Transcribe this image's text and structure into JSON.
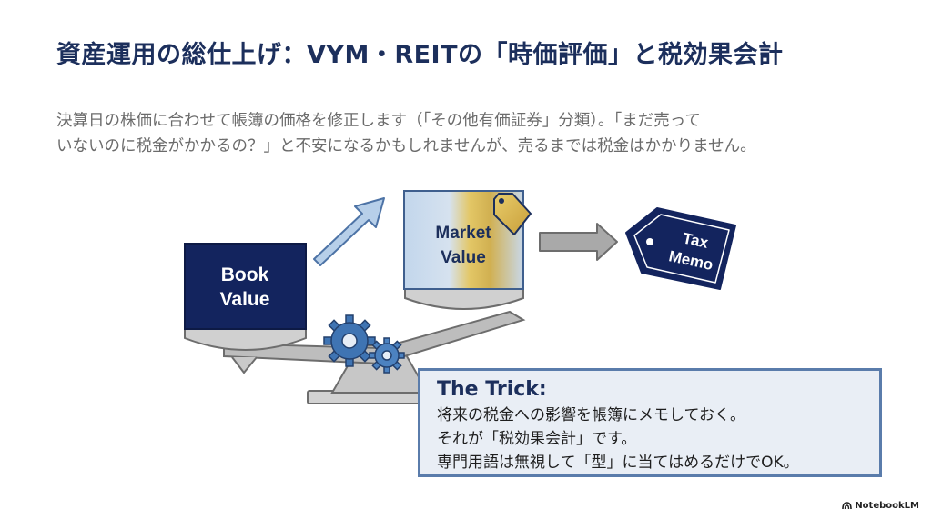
{
  "title": "資産運用の総仕上げ：VYM・REITの「時価評価」と税効果会計",
  "subtitle": {
    "line1": "決算日の株価に合わせて帳簿の価格を修正します（「その他有価証券」分類）。「まだ売って",
    "line2": "いないのに税金がかかるの？」と不安になるかもしれませんが、売るまでは税金はかかりません。"
  },
  "diagram": {
    "book_value": {
      "line1": "Book",
      "line2": "Value"
    },
    "market_value": {
      "line1": "Market",
      "line2": "Value"
    },
    "tax_memo": {
      "line1": "Tax",
      "line2": "Memo"
    },
    "icons": [
      "arrow-up-right-icon",
      "arrow-right-icon",
      "gear-icon",
      "price-tag-icon",
      "scale-icon"
    ]
  },
  "trick": {
    "title": "The Trick:",
    "line1": "将来の税金への影響を帳簿にメモしておく。",
    "line2": "それが「税効果会計」です。",
    "line3": "専門用語は無視して「型」に当てはめるだけでOK。"
  },
  "brand": "NotebookLM",
  "colors": {
    "navy": "#1c2f5c",
    "book_box": "#13245e",
    "accent_blue": "#3f74b3",
    "light_blue": "#bdd3ea",
    "gold": "#d9b44a",
    "gray_scale": "#cbcbcb"
  }
}
